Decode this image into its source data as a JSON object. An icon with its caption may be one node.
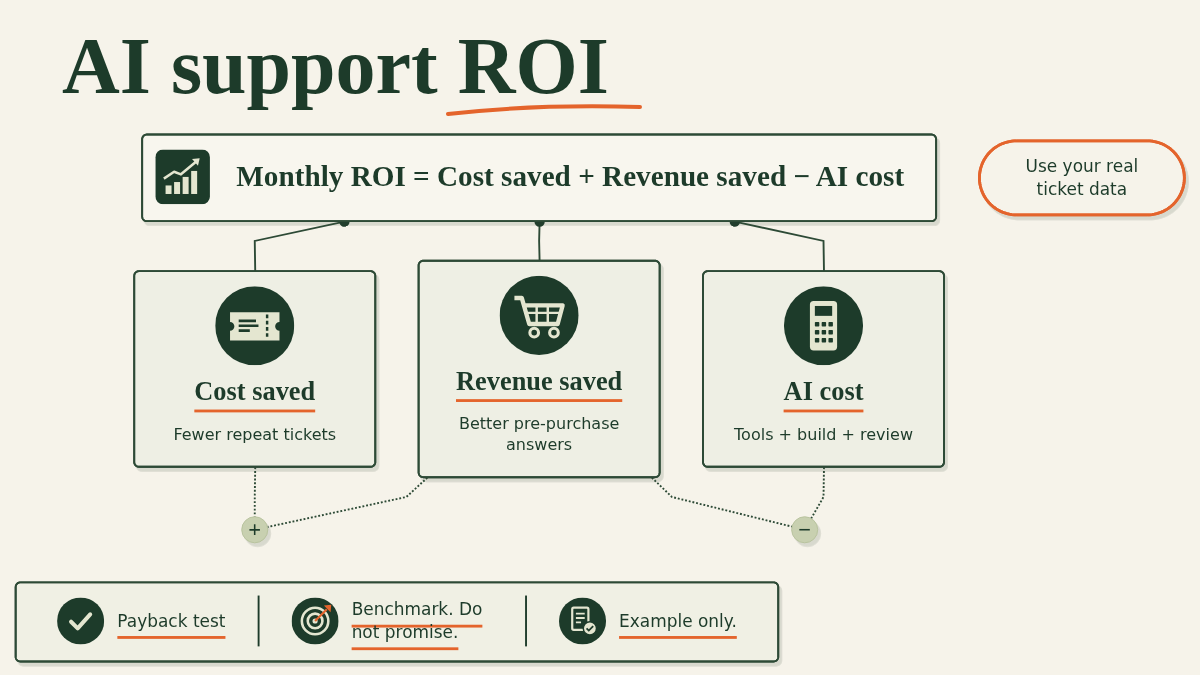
{
  "diagram": {
    "title": "AI support ROI",
    "nodes": [
      {
        "text": [
          "Use your real ticket data"
        ]
      },
      {
        "text": [
          "Monthly ROI = Cost saved + Revenue saved − AI cost"
        ]
      },
      {
        "text": [
          "Cost saved",
          "Fewer repeat tickets"
        ]
      },
      {
        "text": [
          "+"
        ]
      },
      {
        "text": [
          "Revenue saved",
          "Better pre-purchase answers"
        ]
      },
      {
        "text": [
          "−"
        ]
      },
      {
        "text": [
          "AI cost",
          "Tools + build + review"
        ]
      },
      {
        "text": [
          "Payback test",
          "Benchmark. Do not promise.",
          "Example only."
        ]
      }
    ],
    "edges": [
      {
        "from": 1,
        "to": 2,
        "arrow": "other"
      },
      {
        "from": 1,
        "to": 4,
        "arrow": "other"
      },
      {
        "from": 1,
        "to": 6,
        "arrow": "other"
      },
      {
        "from": 2,
        "to": 3,
        "arrow": "none",
        "style": "dashed"
      },
      {
        "from": 4,
        "to": 3,
        "arrow": "none",
        "style": "dashed"
      },
      {
        "from": 4,
        "to": 5,
        "arrow": "none",
        "style": "dashed"
      },
      {
        "from": 6,
        "to": 5,
        "arrow": "none",
        "style": "dashed"
      }
    ]
  }
}
